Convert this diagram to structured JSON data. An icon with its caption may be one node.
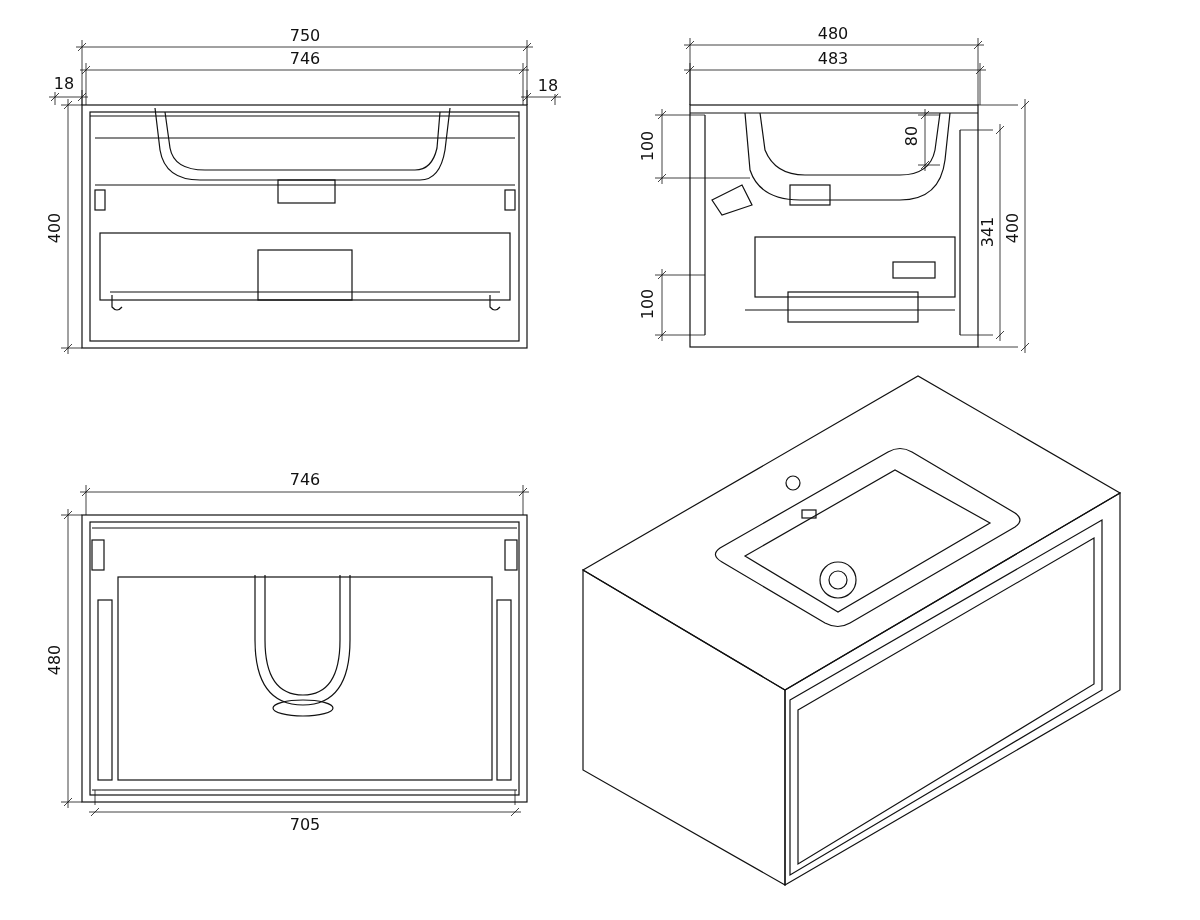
{
  "diagram": {
    "labels": [
      "750",
      "746",
      "18",
      "18",
      "400",
      "480",
      "483",
      "100",
      "80",
      "341",
      "400",
      "100",
      "746",
      "480",
      "705"
    ]
  }
}
